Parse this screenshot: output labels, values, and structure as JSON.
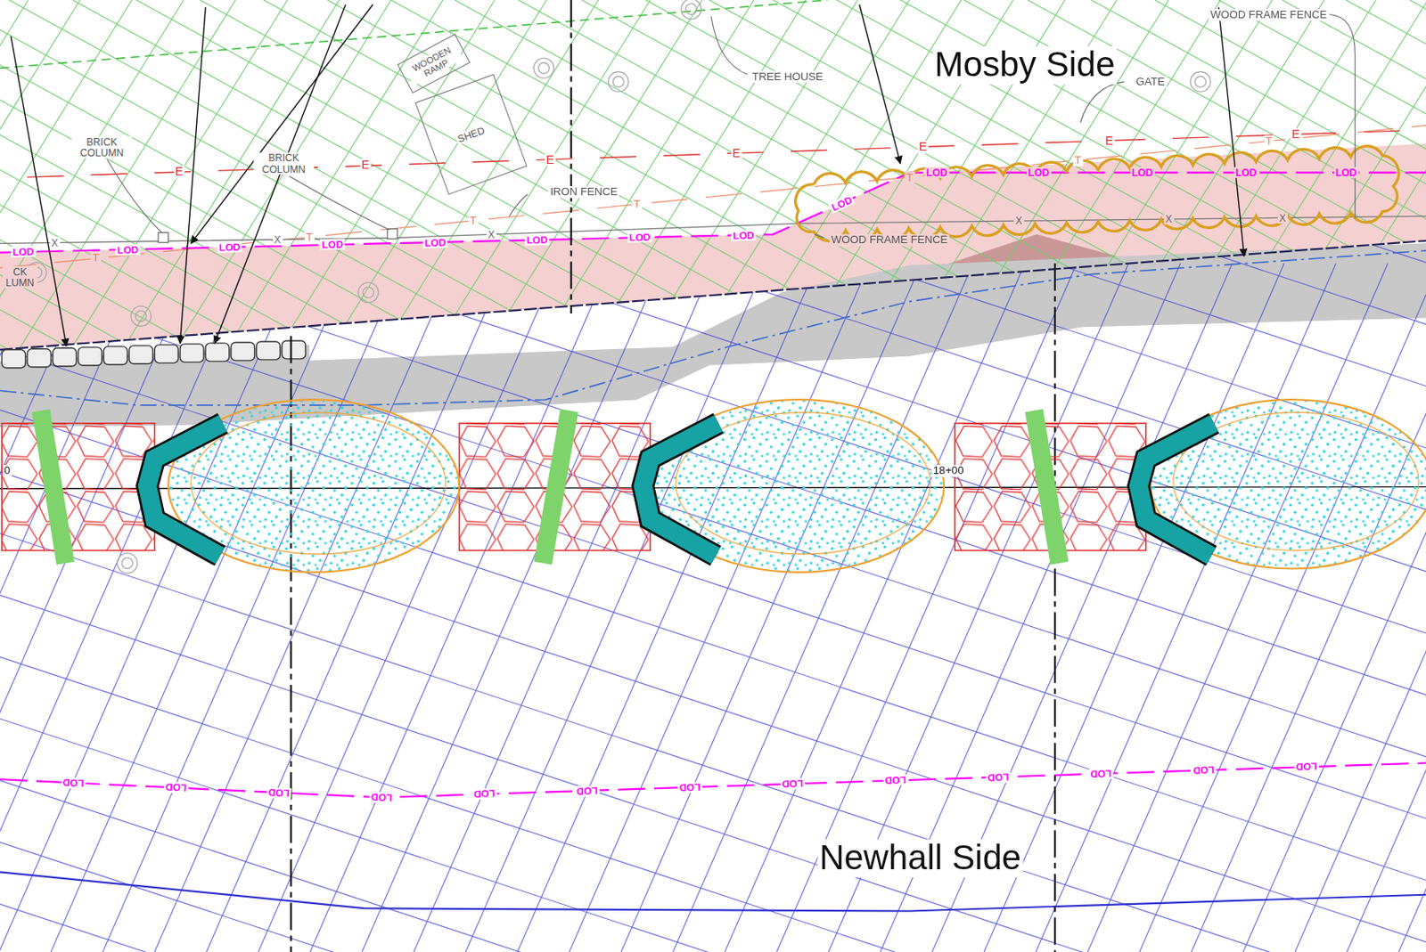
{
  "diagram": {
    "nodes": [
      {
        "text": [
          "WOODEN RAMP"
        ]
      },
      {
        "text": [
          "SHED"
        ]
      }
    ],
    "labels": [
      "Mosby Side",
      "TREE HOUSE",
      "WOOD FRAME FENCE",
      "GATE",
      "BRICK COLUMN",
      "BRICK COLUMN",
      "IRON FENCE",
      "WOOD FRAME FENCE",
      "CK LUMN",
      "18+00",
      "0",
      "Newhall Side",
      "E",
      "E",
      "E",
      "E",
      "E",
      "E",
      "E",
      "T",
      "T",
      "T",
      "T",
      "T",
      "T",
      "T",
      "LOD",
      "LOD",
      "LOD",
      "LOD",
      "LOD",
      "LOD",
      "LOD",
      "LOD",
      "LOD",
      "LOD",
      "LOD",
      "LOD",
      "LOD",
      "LOD",
      "LOD",
      "LOD",
      "LOD",
      "LOD",
      "LOD",
      "LOD",
      "LOD",
      "LOD",
      "LOD",
      "LOD",
      "LOD",
      "LOD",
      "LOD",
      "X",
      "X",
      "X",
      "X",
      "X",
      "X"
    ]
  }
}
